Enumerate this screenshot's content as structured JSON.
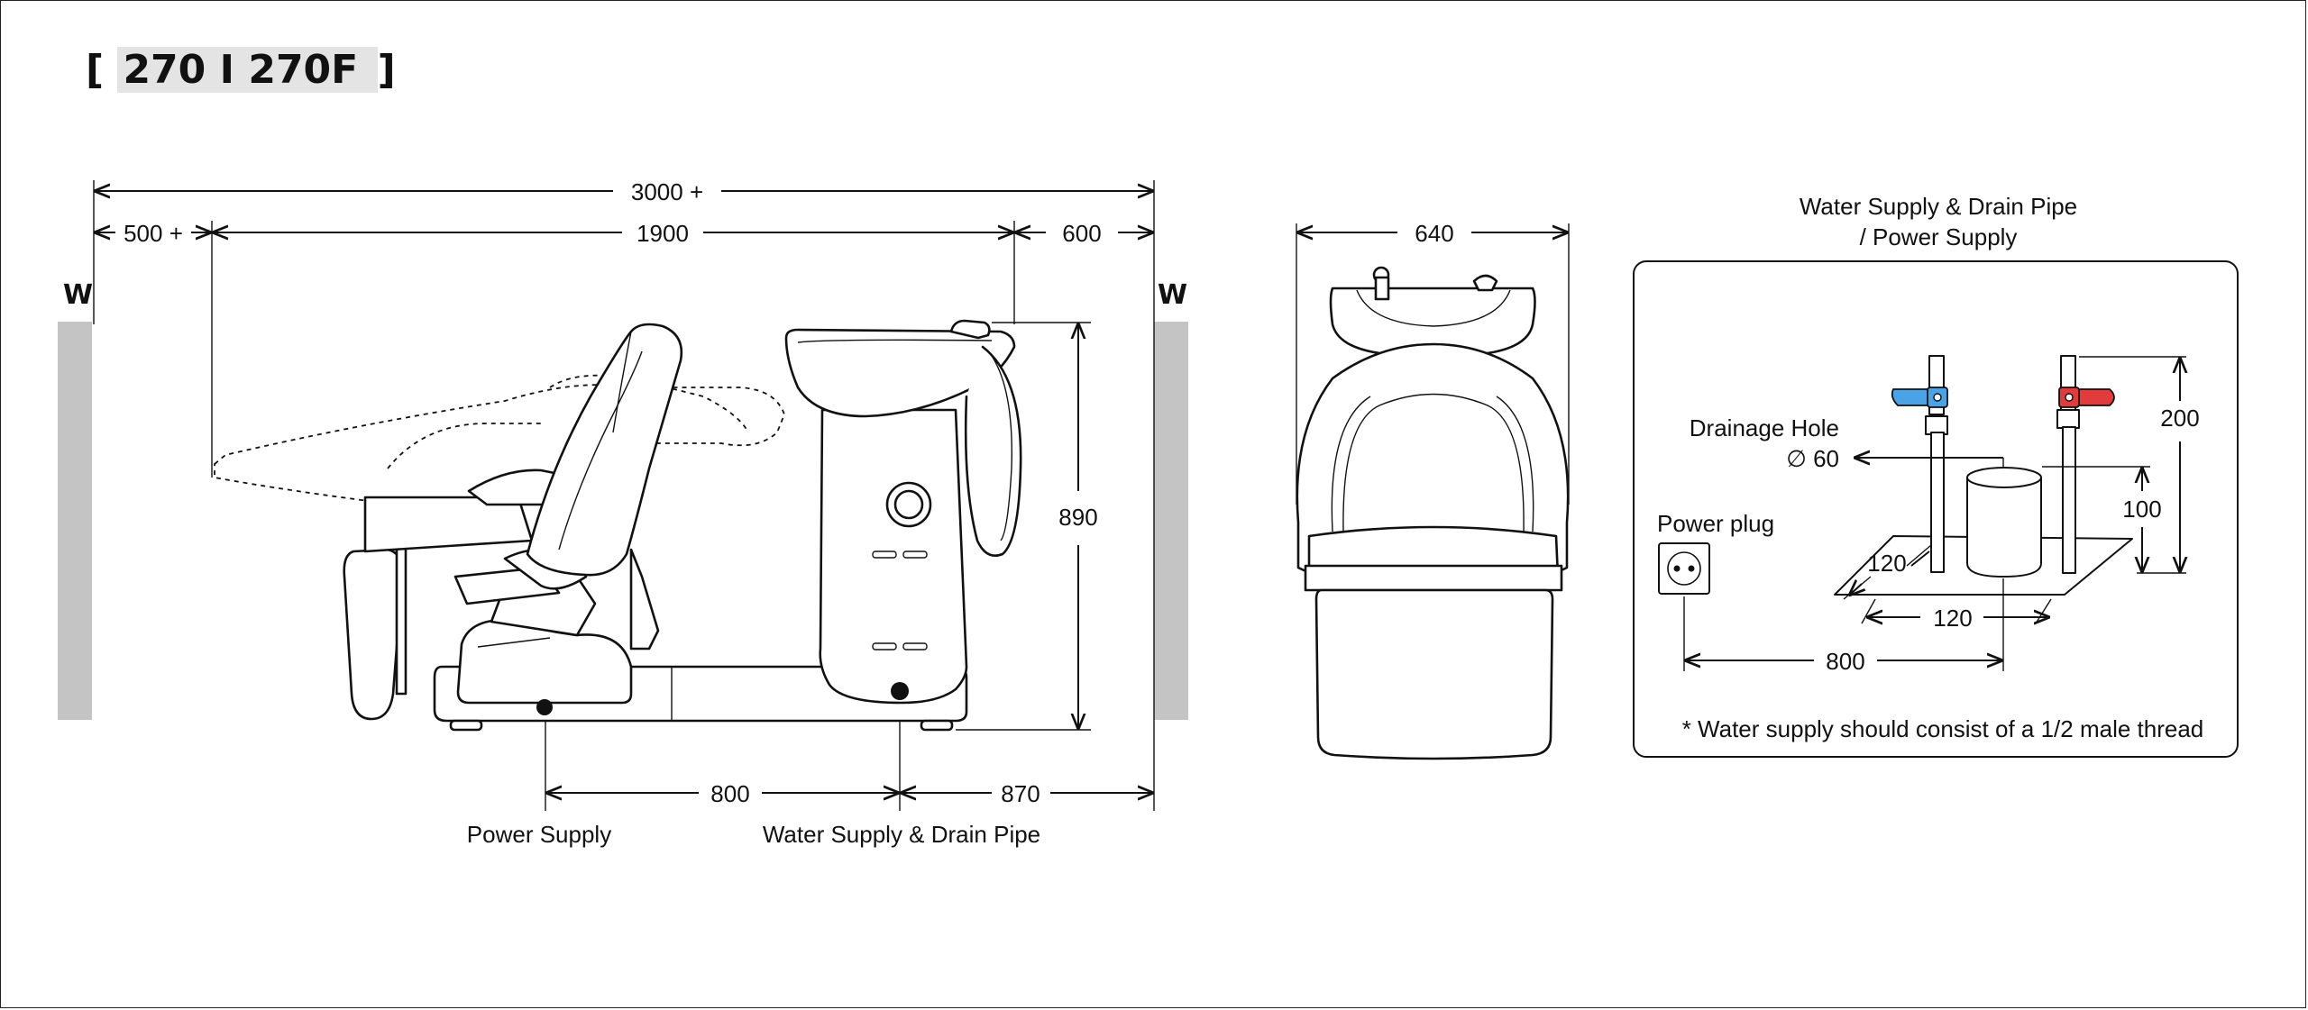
{
  "title": {
    "bracket_open": "[",
    "model_a": "270",
    "separator": "I",
    "model_b": "270F",
    "bracket_close": "]"
  },
  "wall_labels": {
    "left": "W",
    "right": "W"
  },
  "side_view": {
    "dim_total": "3000 +",
    "dim_rear": "500 +",
    "dim_length": "1900",
    "dim_front": "600",
    "dim_height": "890",
    "dim_power_to_water": "800",
    "dim_water_to_wall": "870",
    "label_power": "Power Supply",
    "label_water": "Water Supply & Drain Pipe"
  },
  "front_view": {
    "dim_width": "640"
  },
  "detail": {
    "heading_line1": "Water Supply & Drain Pipe",
    "heading_line2": "/ Power Supply",
    "drainage_label": "Drainage Hole",
    "drainage_size": "∅ 60",
    "power_plug_label": "Power plug",
    "dim_pipe_height": "200",
    "dim_drain_height": "100",
    "dim_depth": "120",
    "dim_width": "120",
    "dim_plug_offset": "800",
    "note": "* Water supply should consist of a 1/2 male thread"
  },
  "colors": {
    "wall": "#c4c4c4",
    "cold_valve": "#4aa3e6",
    "hot_valve": "#e23b3b",
    "title_highlight": "#e4e4e4"
  }
}
